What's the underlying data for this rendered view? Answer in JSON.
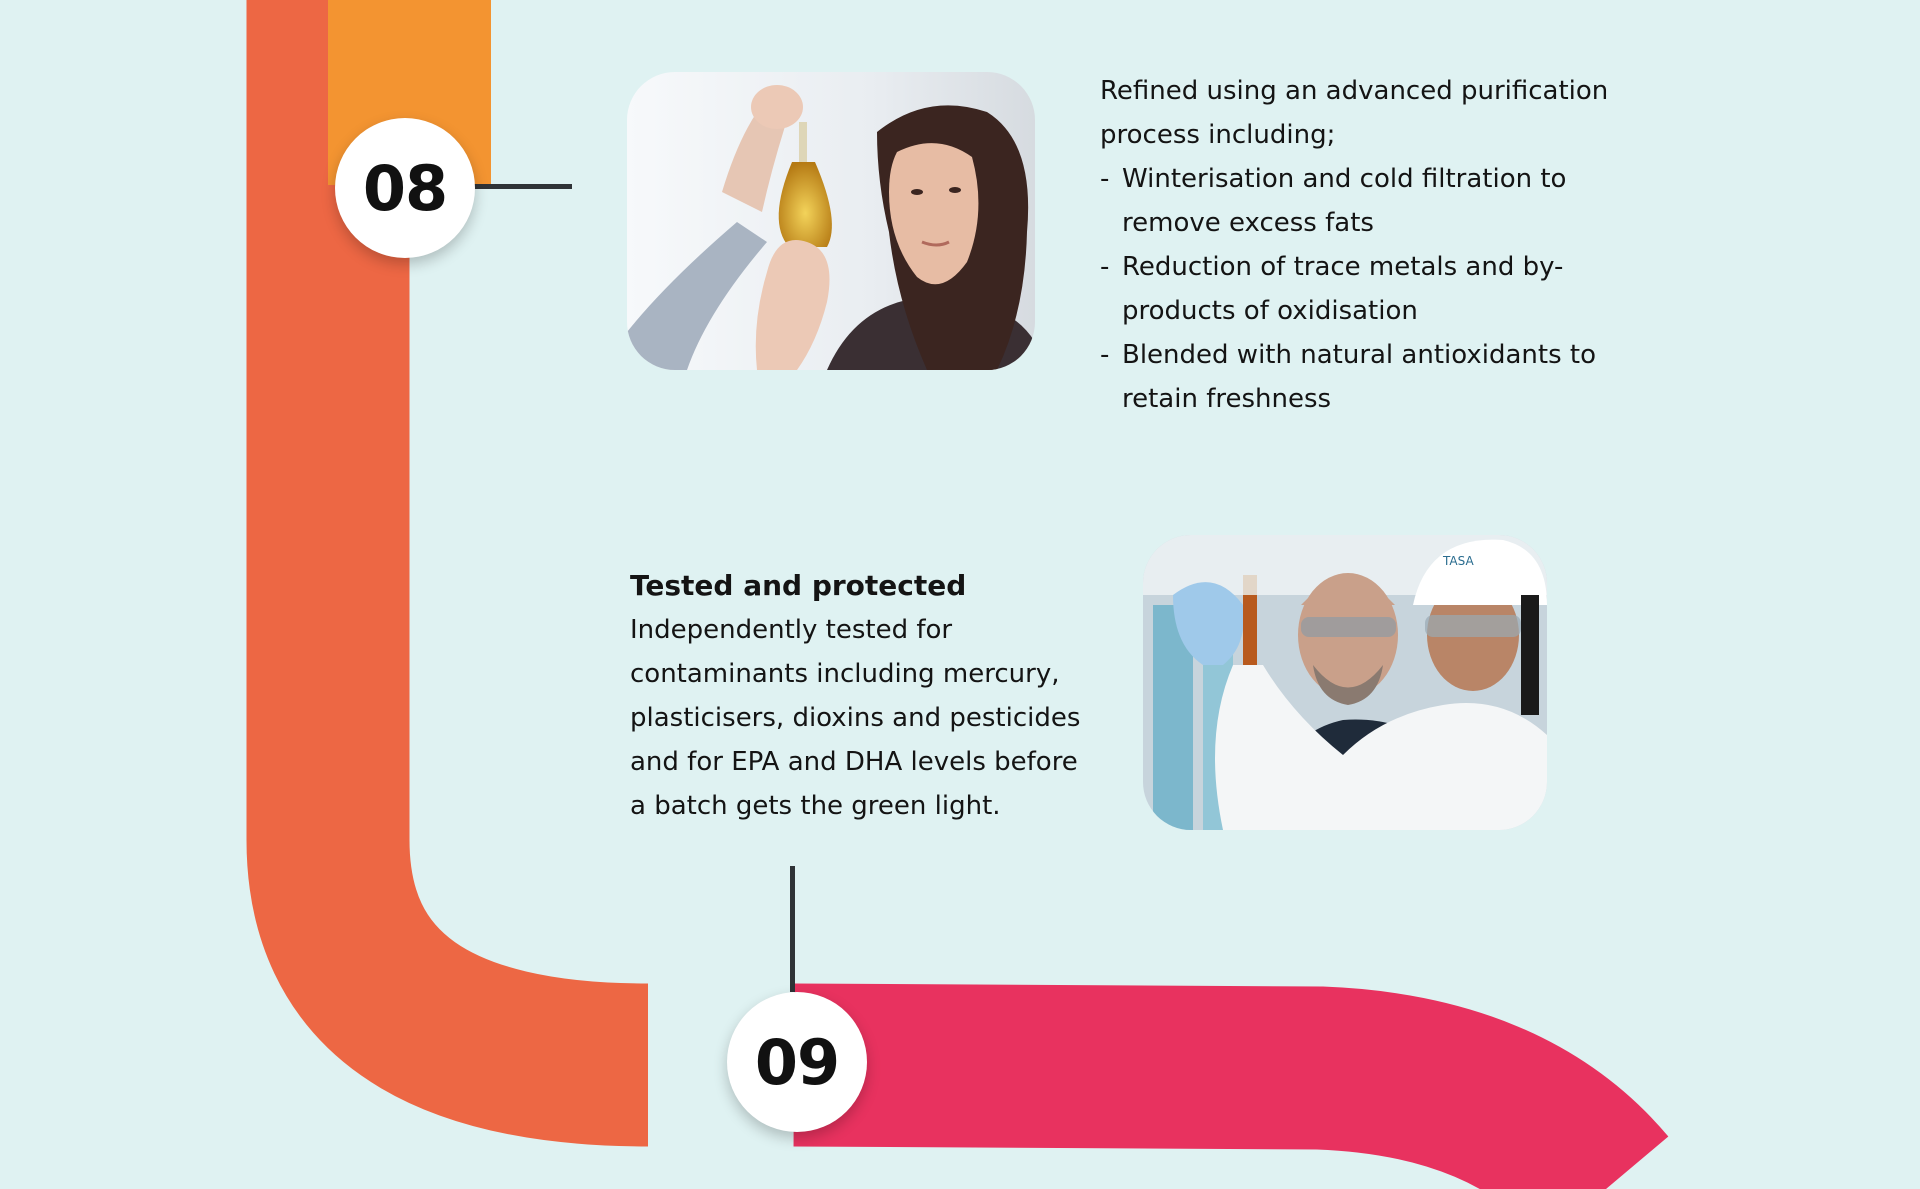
{
  "steps": {
    "s08": {
      "number": "08",
      "intro": "Refined using an advanced purification process including;",
      "bullets": [
        "Winterisation and cold filtration to remove excess fats",
        "Reduction of trace metals and by-products of oxidisation",
        "Blended with natural antioxidants to retain freshness"
      ]
    },
    "s09": {
      "number": "09",
      "heading": "Tested and protected",
      "body": "Independently tested for contaminants including mercury, plasticisers, dioxins and pesticides and for EPA and DHA levels before a batch gets the green light."
    }
  },
  "photos": {
    "scientist_flask": {
      "icon": "scientist-holding-flask-photo"
    },
    "lab_workers": {
      "icon": "lab-workers-test-tube-photo",
      "helmet_text": "TASA"
    }
  },
  "colors": {
    "background": "#dff2f2",
    "road_orange": "#f39431",
    "road_coral": "#ed6744",
    "road_pink": "#e8325f",
    "connector": "#2f3337",
    "badge": "#ffffff",
    "text": "#141414"
  }
}
